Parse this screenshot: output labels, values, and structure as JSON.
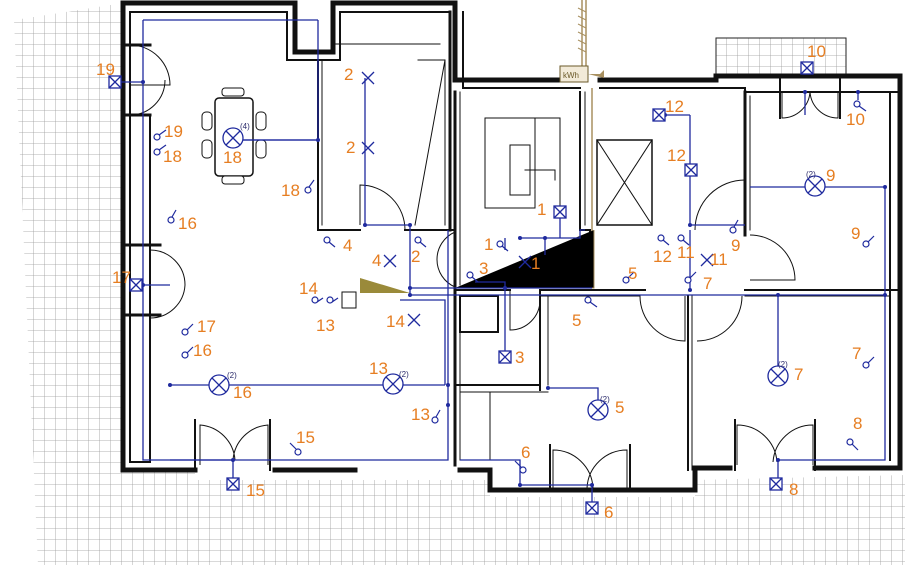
{
  "plan": {
    "meter_label": "kWh",
    "circuits": [
      {
        "id": "c2a",
        "text": "2"
      },
      {
        "id": "c2b",
        "text": "2"
      },
      {
        "id": "c2c",
        "text": "2"
      },
      {
        "id": "c4a",
        "text": "4"
      },
      {
        "id": "c4b",
        "text": "4"
      },
      {
        "id": "c1a",
        "text": "1"
      },
      {
        "id": "c1b",
        "text": "1"
      },
      {
        "id": "c1c",
        "text": "1"
      },
      {
        "id": "c3a",
        "text": "3"
      },
      {
        "id": "c3b",
        "text": "3"
      },
      {
        "id": "c5a",
        "text": "5"
      },
      {
        "id": "c5b",
        "text": "5"
      },
      {
        "id": "c5c",
        "text": "5"
      },
      {
        "id": "c6a",
        "text": "6"
      },
      {
        "id": "c6b",
        "text": "6"
      },
      {
        "id": "c7a",
        "text": "7"
      },
      {
        "id": "c7b",
        "text": "7"
      },
      {
        "id": "c7c",
        "text": "7"
      },
      {
        "id": "c8a",
        "text": "8"
      },
      {
        "id": "c8b",
        "text": "8"
      },
      {
        "id": "c9a",
        "text": "9"
      },
      {
        "id": "c9b",
        "text": "9"
      },
      {
        "id": "c9c",
        "text": "9"
      },
      {
        "id": "c10a",
        "text": "10"
      },
      {
        "id": "c10b",
        "text": "10"
      },
      {
        "id": "c11a",
        "text": "11"
      },
      {
        "id": "c11b",
        "text": "11"
      },
      {
        "id": "c12a",
        "text": "12"
      },
      {
        "id": "c12b",
        "text": "12"
      },
      {
        "id": "c12c",
        "text": "12"
      },
      {
        "id": "c13a",
        "text": "13"
      },
      {
        "id": "c13b",
        "text": "13"
      },
      {
        "id": "c13c",
        "text": "13"
      },
      {
        "id": "c14a",
        "text": "14"
      },
      {
        "id": "c14b",
        "text": "14"
      },
      {
        "id": "c15a",
        "text": "15"
      },
      {
        "id": "c15b",
        "text": "15"
      },
      {
        "id": "c16a",
        "text": "16"
      },
      {
        "id": "c16b",
        "text": "16"
      },
      {
        "id": "c16c",
        "text": "16"
      },
      {
        "id": "c17a",
        "text": "17"
      },
      {
        "id": "c17b",
        "text": "17"
      },
      {
        "id": "c18a",
        "text": "18"
      },
      {
        "id": "c18b",
        "text": "18"
      },
      {
        "id": "c18c",
        "text": "18"
      },
      {
        "id": "c19a",
        "text": "19"
      },
      {
        "id": "c19b",
        "text": "19"
      }
    ],
    "lamp_counts": [
      {
        "id": "n18",
        "text": "(4)"
      },
      {
        "id": "n16",
        "text": "(2)"
      },
      {
        "id": "n13",
        "text": "(2)"
      },
      {
        "id": "n5",
        "text": "(2)"
      },
      {
        "id": "n7",
        "text": "(2)"
      },
      {
        "id": "n9",
        "text": "(2)"
      }
    ],
    "colors": {
      "wall": "#111111",
      "wiring": "#1f2a9e",
      "label": "#e67e22",
      "grid": "#9a9a9a",
      "meter": "#a89060"
    },
    "icons": [
      "light-fixture-icon",
      "switch-icon",
      "socket-icon",
      "pendant-light-icon",
      "meter-icon",
      "table-icon"
    ]
  }
}
